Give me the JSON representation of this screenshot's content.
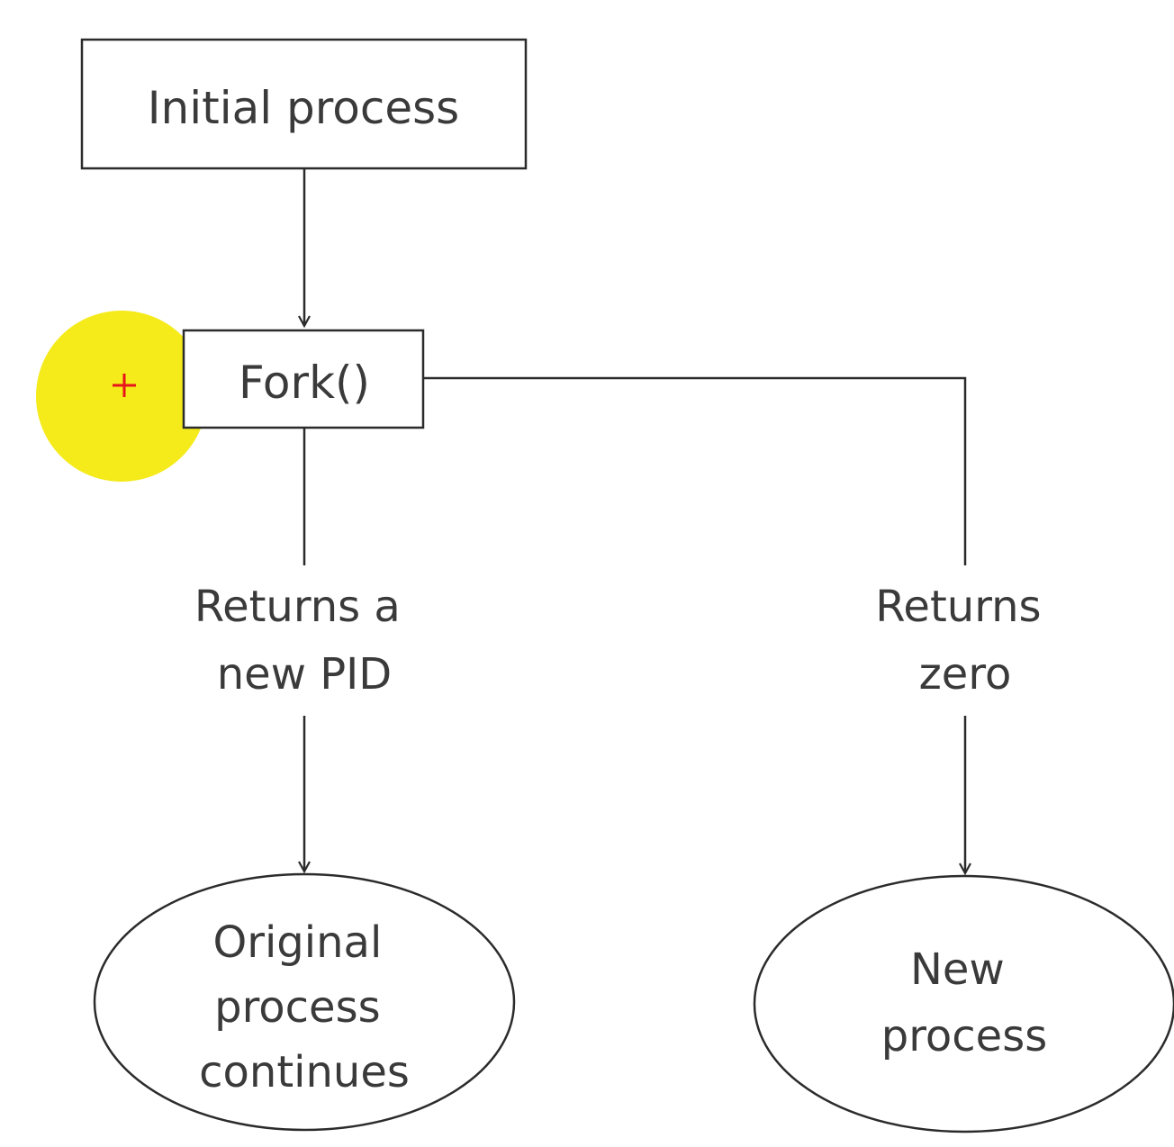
{
  "diagram": {
    "nodes": {
      "initial": {
        "label": "Initial process"
      },
      "fork": {
        "label": "Fork()"
      },
      "original": {
        "lines": [
          "Original",
          "process",
          "continues"
        ]
      },
      "new": {
        "lines": [
          "New",
          "process"
        ]
      }
    },
    "edges": {
      "left_label": [
        "Returns a",
        "new PID"
      ],
      "right_label": [
        "Returns",
        "zero"
      ]
    }
  },
  "cursor": {
    "highlight_color": "#f5ea1a",
    "crosshair_color": "#e8141c",
    "icon": "cursor-crosshair-icon"
  }
}
